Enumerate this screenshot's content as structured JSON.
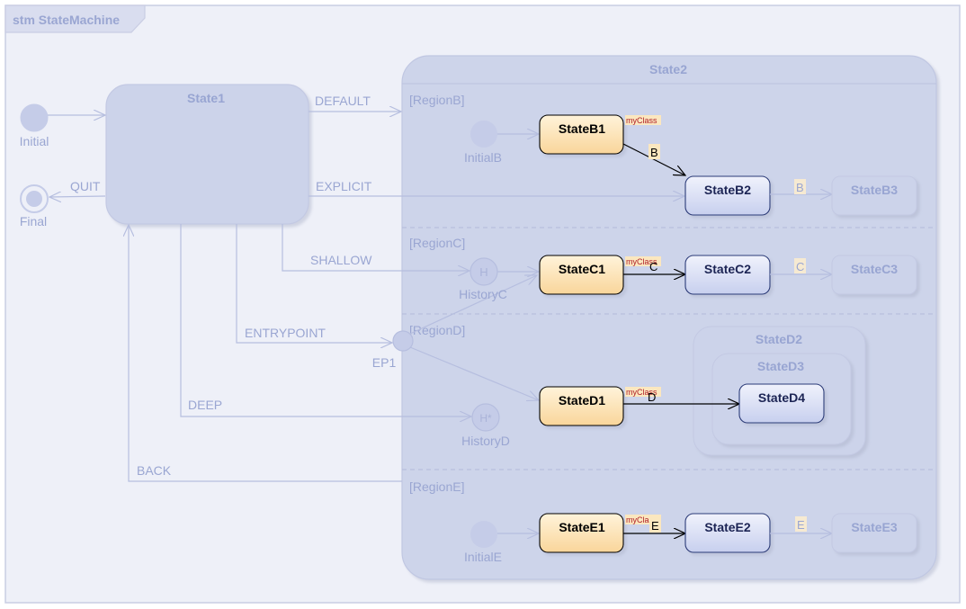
{
  "frame": {
    "title": "stm StateMachine"
  },
  "colors": {
    "frame_border": "#c9cde3",
    "faded_text": "#8f9ccc",
    "state_fill": "#ccd3ea",
    "active_fill_top": "#fff1d4",
    "active_fill_bottom": "#fbd9a0",
    "blue_fill_top": "#eef0fb",
    "blue_fill_bottom": "#c9d1ee",
    "tag_fill": "#fbe7bf",
    "class_tag_text": "#b0202a"
  },
  "outer": {
    "initial": "Initial",
    "final": "Final",
    "state1": "State1",
    "state2": "State2",
    "ep1": "EP1"
  },
  "transitions": {
    "default": "DEFAULT",
    "quit": "QUIT",
    "explicit": "EXPLICIT",
    "shallow": "SHALLOW",
    "entrypoint": "ENTRYPOINT",
    "deep": "DEEP",
    "back": "BACK"
  },
  "regions": {
    "b": {
      "label": "[RegionB]",
      "initial": "InitialB",
      "s1": "StateB1",
      "s2": "StateB2",
      "s3": "StateB3",
      "t12": "B",
      "t23": "B",
      "tag": "myClass"
    },
    "c": {
      "label": "[RegionC]",
      "history": "HistoryC",
      "history_icon": "H",
      "s1": "StateC1",
      "s2": "StateC2",
      "s3": "StateC3",
      "t12": "C",
      "t23": "C",
      "tag": "myClass"
    },
    "d": {
      "label": "[RegionD]",
      "history": "HistoryD",
      "history_icon": "H*",
      "s1": "StateD1",
      "d2": "StateD2",
      "d3": "StateD3",
      "d4": "StateD4",
      "t14": "D",
      "tag": "myClass"
    },
    "e": {
      "label": "[RegionE]",
      "initial": "InitialE",
      "s1": "StateE1",
      "s2": "StateE2",
      "s3": "StateE3",
      "t12": "E",
      "t23": "E",
      "tag": "myClass"
    }
  }
}
